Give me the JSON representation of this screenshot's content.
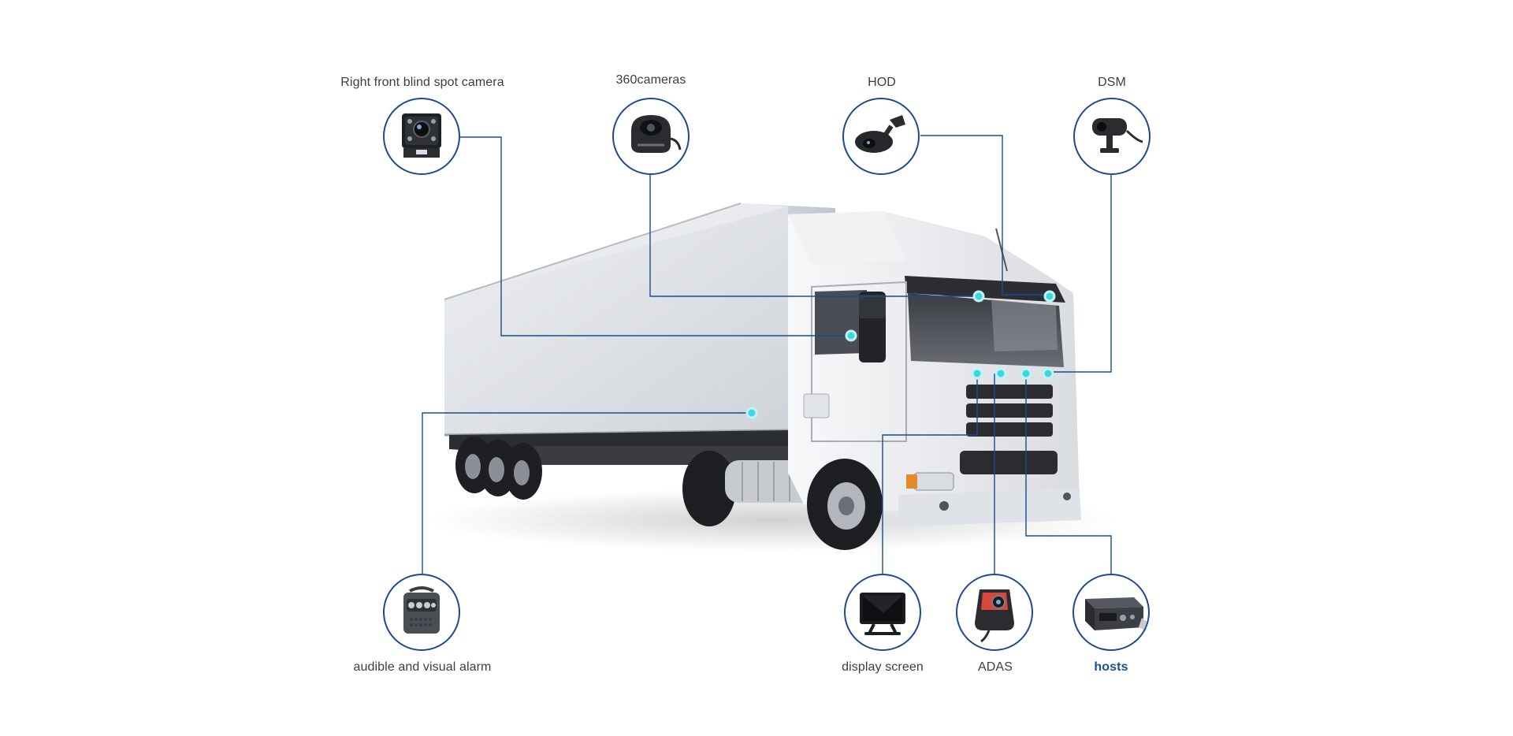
{
  "components": [
    {
      "id": "blind-spot",
      "label": "Right front blind spot camera",
      "icon": "blind-spot-camera-icon",
      "active": false
    },
    {
      "id": "cam360",
      "label": "360cameras",
      "icon": "dome-camera-icon",
      "active": false
    },
    {
      "id": "hod",
      "label": "HOD",
      "icon": "hod-camera-icon",
      "active": false
    },
    {
      "id": "dsm",
      "label": "DSM",
      "icon": "dsm-camera-icon",
      "active": false
    },
    {
      "id": "alarm",
      "label": "audible and visual alarm",
      "icon": "alarm-speaker-icon",
      "active": false
    },
    {
      "id": "display",
      "label": "display screen",
      "icon": "monitor-icon",
      "active": false
    },
    {
      "id": "adas",
      "label": "ADAS",
      "icon": "adas-camera-icon",
      "active": false
    },
    {
      "id": "hosts",
      "label": "hosts",
      "icon": "mdvr-host-icon",
      "active": true
    }
  ],
  "colors": {
    "line": "#1d4a8e",
    "dot": "#3fd6e0",
    "label": "#3d3d3d",
    "active_label": "#1c4e9a"
  }
}
